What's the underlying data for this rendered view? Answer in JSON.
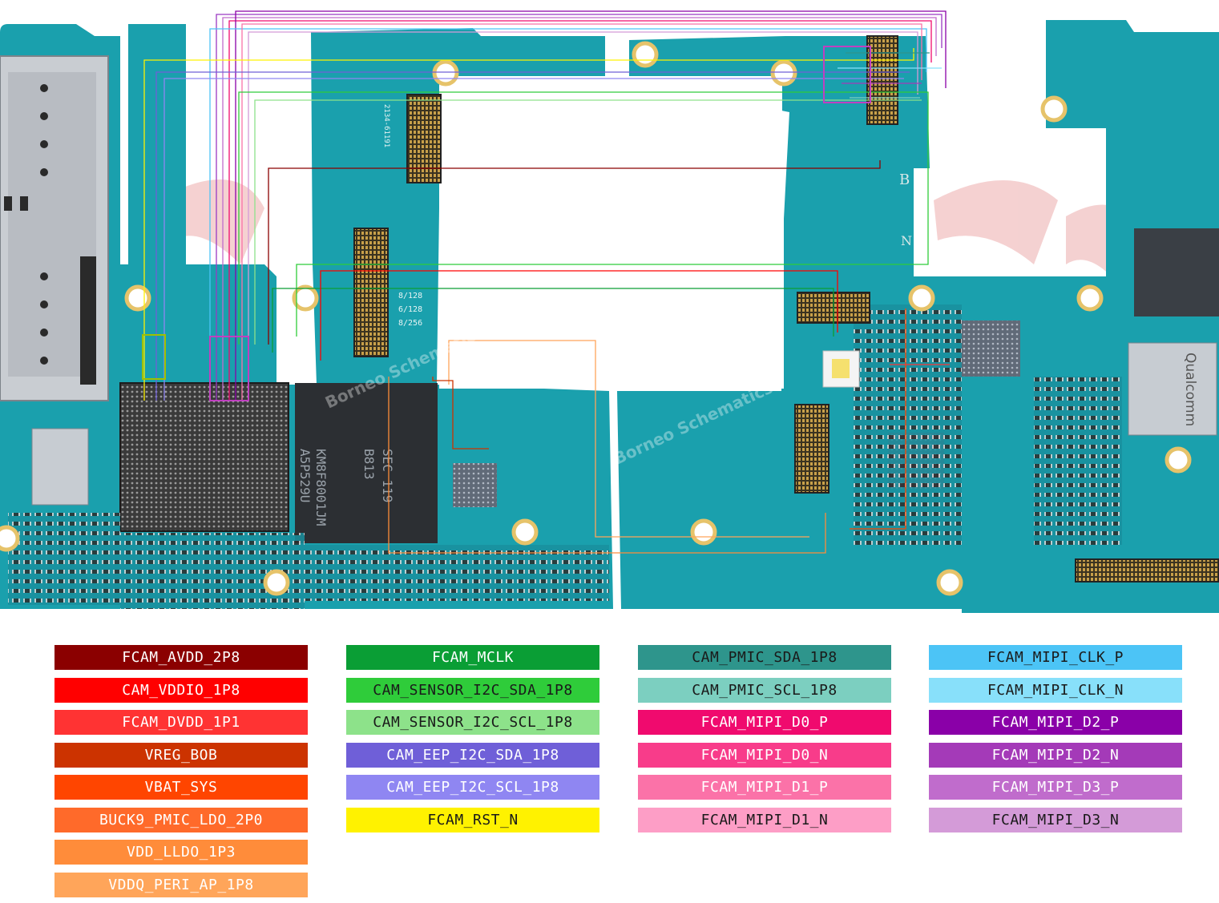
{
  "board": {
    "chip_marks": {
      "memory_line1": "SEC 119",
      "memory_line2": "B813",
      "memory_line3": "KM8F8001JM",
      "memory_line4": "A5P529U",
      "pmic": "Qualcomm",
      "pcb_code": "2134-61191",
      "variants": [
        "8/128",
        "6/128",
        "8/256"
      ],
      "side_mark_b": "B",
      "side_mark_n": "N"
    },
    "watermark": "Borneo Schematics"
  },
  "legend": {
    "columns": [
      [
        {
          "label": "FCAM_AVDD_2P8",
          "color": "#8b0000",
          "text": "#ffffff"
        },
        {
          "label": "CAM_VDDIO_1P8",
          "color": "#ff0000",
          "text": "#ffffff"
        },
        {
          "label": "FCAM_DVDD_1P1",
          "color": "#ff3333",
          "text": "#ffffff"
        },
        {
          "label": "VREG_BOB",
          "color": "#cc3300",
          "text": "#ffffff"
        },
        {
          "label": "VBAT_SYS",
          "color": "#ff4500",
          "text": "#ffffff"
        },
        {
          "label": "BUCK9_PMIC_LDO_2P0",
          "color": "#ff6a2a",
          "text": "#ffffff"
        },
        {
          "label": "VDD_LLDO_1P3",
          "color": "#ff8c3a",
          "text": "#ffffff"
        },
        {
          "label": "VDDQ_PERI_AP_1P8",
          "color": "#ffa55a",
          "text": "#ffffff"
        }
      ],
      [
        {
          "label": "FCAM_MCLK",
          "color": "#0a9e35",
          "text": "#ffffff"
        },
        {
          "label": "CAM_SENSOR_I2C_SDA_1P8",
          "color": "#2fcc3a",
          "text": "#1a1a1a"
        },
        {
          "label": "CAM_SENSOR_I2C_SCL_1P8",
          "color": "#8de28a",
          "text": "#1a1a1a"
        },
        {
          "label": "CAM_EEP_I2C_SDA_1P8",
          "color": "#6f5fd8",
          "text": "#ffffff"
        },
        {
          "label": "CAM_EEP_I2C_SCL_1P8",
          "color": "#8f86f2",
          "text": "#ffffff"
        },
        {
          "label": "FCAM_RST_N",
          "color": "#fff200",
          "text": "#1a1a1a"
        }
      ],
      [
        {
          "label": "CAM_PMIC_SDA_1P8",
          "color": "#2e958c",
          "text": "#1a1a1a"
        },
        {
          "label": "CAM_PMIC_SCL_1P8",
          "color": "#7ccfc0",
          "text": "#1a1a1a"
        },
        {
          "label": "FCAM_MIPI_D0_P",
          "color": "#f00a6e",
          "text": "#ffffff"
        },
        {
          "label": "FCAM_MIPI_D0_N",
          "color": "#f83c8a",
          "text": "#ffffff"
        },
        {
          "label": "FCAM_MIPI_D1_P",
          "color": "#fb72a8",
          "text": "#ffffff"
        },
        {
          "label": "FCAM_MIPI_D1_N",
          "color": "#fd9ec6",
          "text": "#1a1a1a"
        }
      ],
      [
        {
          "label": "FCAM_MIPI_CLK_P",
          "color": "#4cc4f6",
          "text": "#1a1a1a"
        },
        {
          "label": "FCAM_MIPI_CLK_N",
          "color": "#88e0fa",
          "text": "#1a1a1a"
        },
        {
          "label": "FCAM_MIPI_D2_P",
          "color": "#8a00a8",
          "text": "#ffffff"
        },
        {
          "label": "FCAM_MIPI_D2_N",
          "color": "#a43ab8",
          "text": "#ffffff"
        },
        {
          "label": "FCAM_MIPI_D3_P",
          "color": "#c06ccc",
          "text": "#ffffff"
        },
        {
          "label": "FCAM_MIPI_D3_N",
          "color": "#d49bd8",
          "text": "#1a1a1a"
        }
      ]
    ]
  }
}
